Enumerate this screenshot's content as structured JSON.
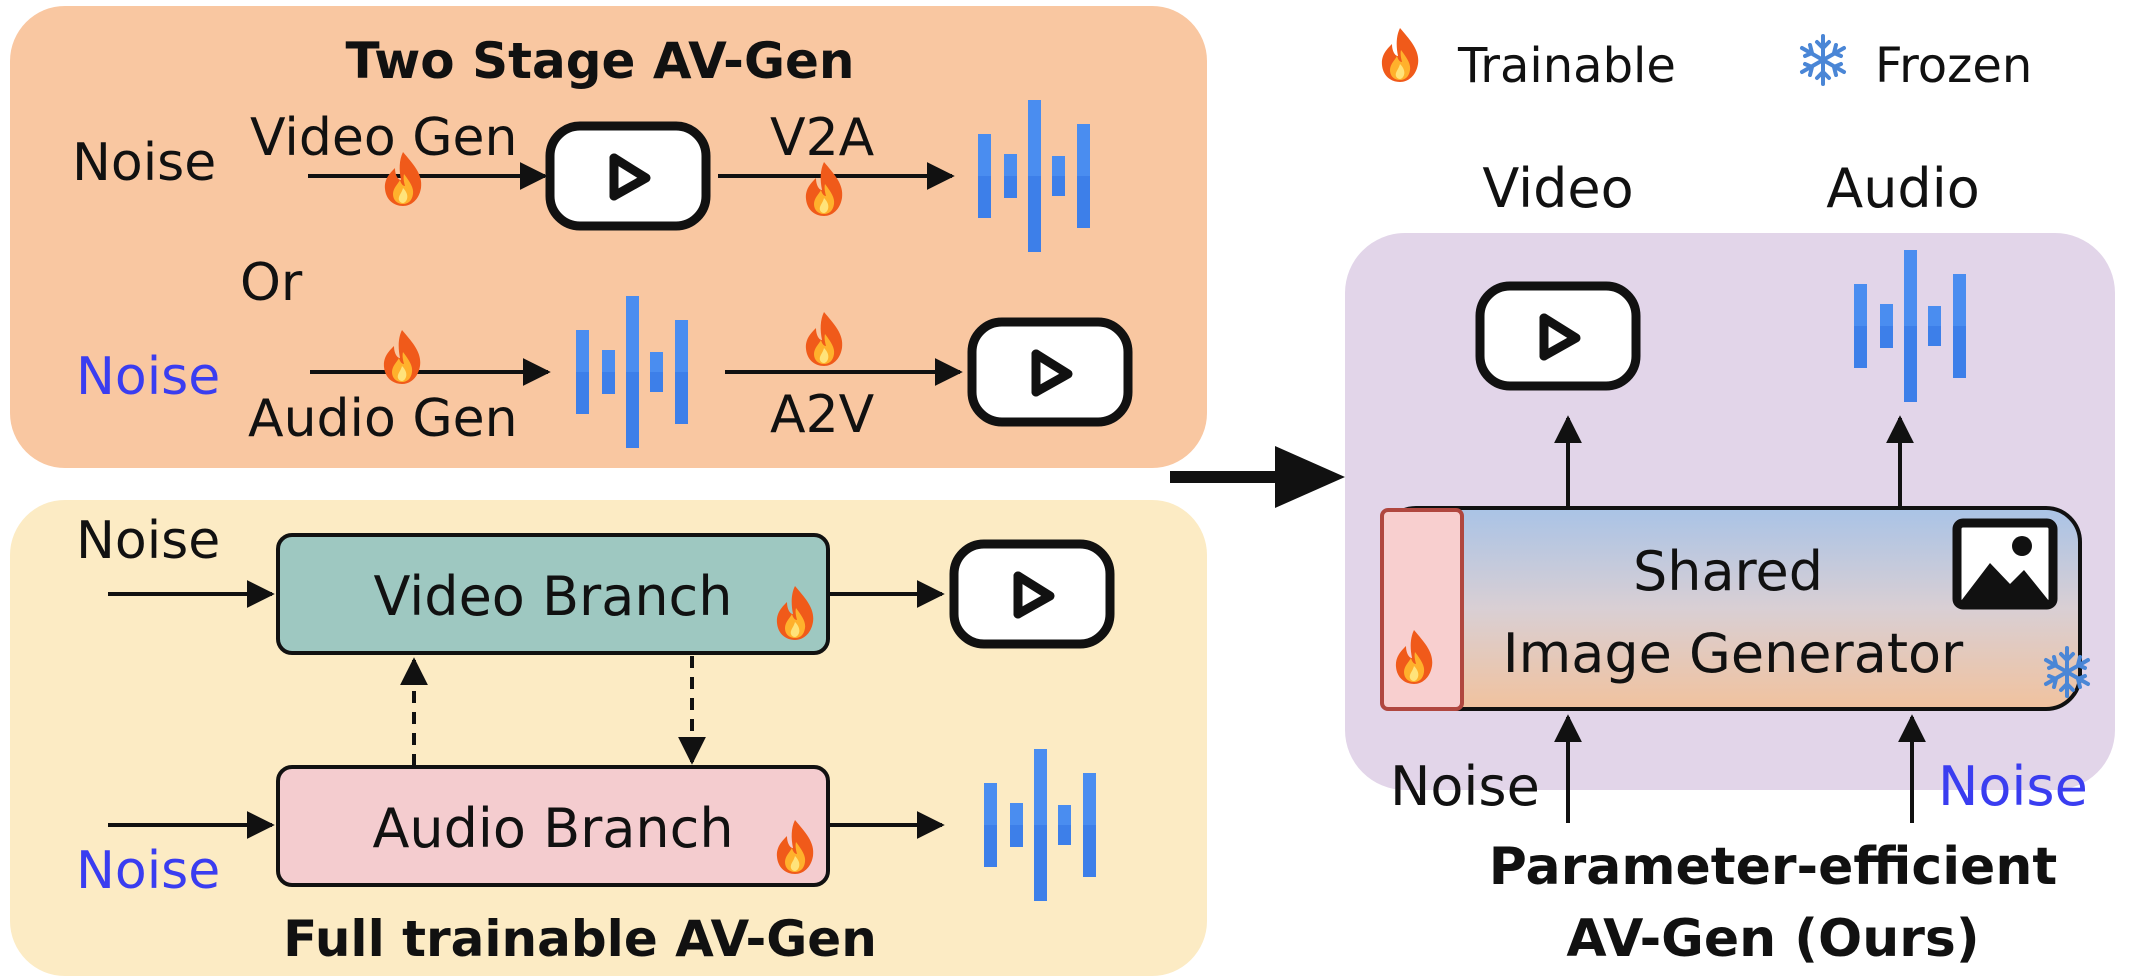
{
  "colors": {
    "two_stage_bg": "#f9c7a1",
    "full_trainable_bg": "#fcebc4",
    "ours_bg": "#e2d5e9",
    "video_branch_fill": "#9ec8c1",
    "audio_branch_fill": "#f4cccf",
    "adapter_fill": "#f8cfcf",
    "adapter_border": "#b0473f",
    "noise_blue": "#3a3df0",
    "wave_blue": "#4a8df0",
    "fire": "#f05a1a",
    "snow": "#4a86d6"
  },
  "legend": {
    "trainable_label": "Trainable",
    "frozen_label": "Frozen",
    "trainable_icon": "fire-icon",
    "frozen_icon": "snowflake-icon"
  },
  "two_stage": {
    "title": "Two Stage AV-Gen",
    "noise_top": "Noise",
    "video_gen_label": "Video Gen",
    "v2a_label": "V2A",
    "or_label": "Or",
    "noise_bottom": "Noise",
    "audio_gen_label": "Audio Gen",
    "a2v_label": "A2V"
  },
  "full_trainable": {
    "title": "Full trainable AV-Gen",
    "noise_top": "Noise",
    "noise_bottom": "Noise",
    "video_branch_label": "Video Branch",
    "audio_branch_label": "Audio Branch"
  },
  "ours": {
    "video_label": "Video",
    "audio_label": "Audio",
    "shared_line1": "Shared",
    "shared_line2": "Image Generator",
    "noise_left": "Noise",
    "noise_right": "Noise",
    "caption_line1": "Parameter-efficient",
    "caption_line2": "AV-Gen (Ours)",
    "image_icon": "image-icon"
  }
}
